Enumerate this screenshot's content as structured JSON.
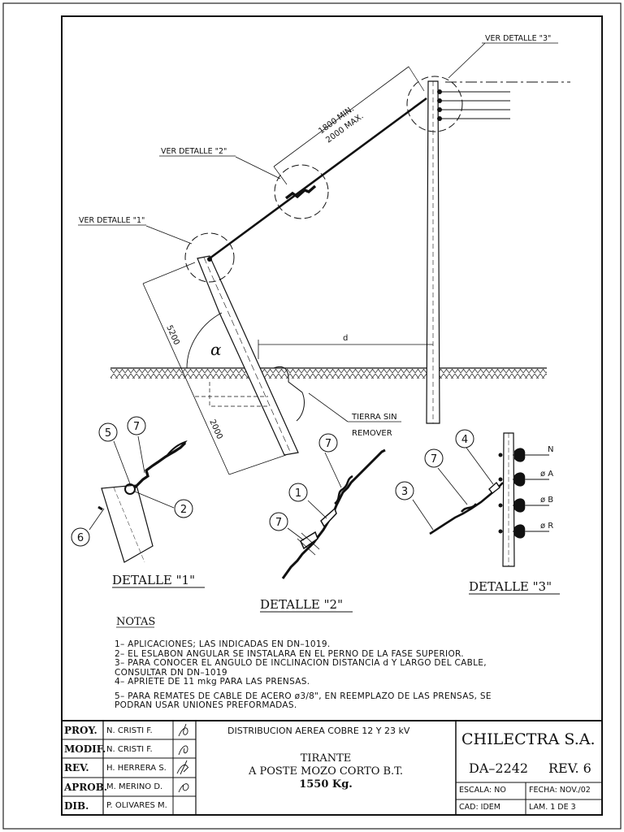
{
  "callouts": {
    "detalle1": "VER DETALLE \"1\"",
    "detalle2": "VER DETALLE \"2\"",
    "detalle3": "VER DETALLE \"3\""
  },
  "dimensions": {
    "min": "1800 MIN.",
    "max": "2000 MAX.",
    "pole_length": "5200",
    "buried": "2000",
    "distance": "d",
    "angle": "α"
  },
  "ground_label": {
    "line1": "TIERRA SIN",
    "line2": "REMOVER"
  },
  "detail_titles": {
    "d1": "DETALLE \"1\"",
    "d2": "DETALLE \"2\"",
    "d3": "DETALLE \"3\""
  },
  "item_numbers": {
    "d1": [
      "5",
      "7",
      "2",
      "6"
    ],
    "d2": [
      "7",
      "1",
      "7"
    ],
    "d3": [
      "4",
      "7",
      "3"
    ]
  },
  "phase_labels": [
    "N",
    "ø A",
    "ø B",
    "ø R"
  ],
  "notes": {
    "heading": "NOTAS",
    "items": [
      "1– APLICACIONES; LAS INDICADAS EN DN–1019.",
      "2– EL ESLABON ANGULAR SE INSTALARA EN EL PERNO DE LA FASE SUPERIOR.",
      "3– PARA CONOCER EL ANGULO    DE INCLINACION DISTANCIA d Y LARGO DEL CABLE,",
      "     CONSULTAR DN DN–1019",
      "4– APRIETE DE 11 mkg PARA LAS PRENSAS.",
      "5– PARA REMATES DE CABLE DE ACERO ø3/8\", EN REEMPLAZO DE LAS PRENSAS, SE",
      "     PODRAN USAR UNIONES PREFORMADAS."
    ]
  },
  "title_block": {
    "roles": [
      {
        "role": "PROY.",
        "name": "N. CRISTI F."
      },
      {
        "role": "MODIF.",
        "name": "N. CRISTI F."
      },
      {
        "role": "REV.",
        "name": "H. HERRERA S."
      },
      {
        "role": "APROB.",
        "name": "M. MERINO D."
      },
      {
        "role": "DIB.",
        "name": "P. OLIVARES M."
      }
    ],
    "subject": "DISTRIBUCION AEREA COBRE 12 Y 23 kV",
    "title_line1": "TIRANTE",
    "title_line2": "A POSTE MOZO CORTO B.T.",
    "title_line3": "1550 Kg.",
    "company": "CHILECTRA S.A.",
    "drawing_number": "DA–2242",
    "revision": "REV. 6",
    "scale": "ESCALA:  NO",
    "date": "FECHA: NOV./02",
    "cad": "CAD: IDEM",
    "sheet": "LAM. 1 DE 3"
  }
}
